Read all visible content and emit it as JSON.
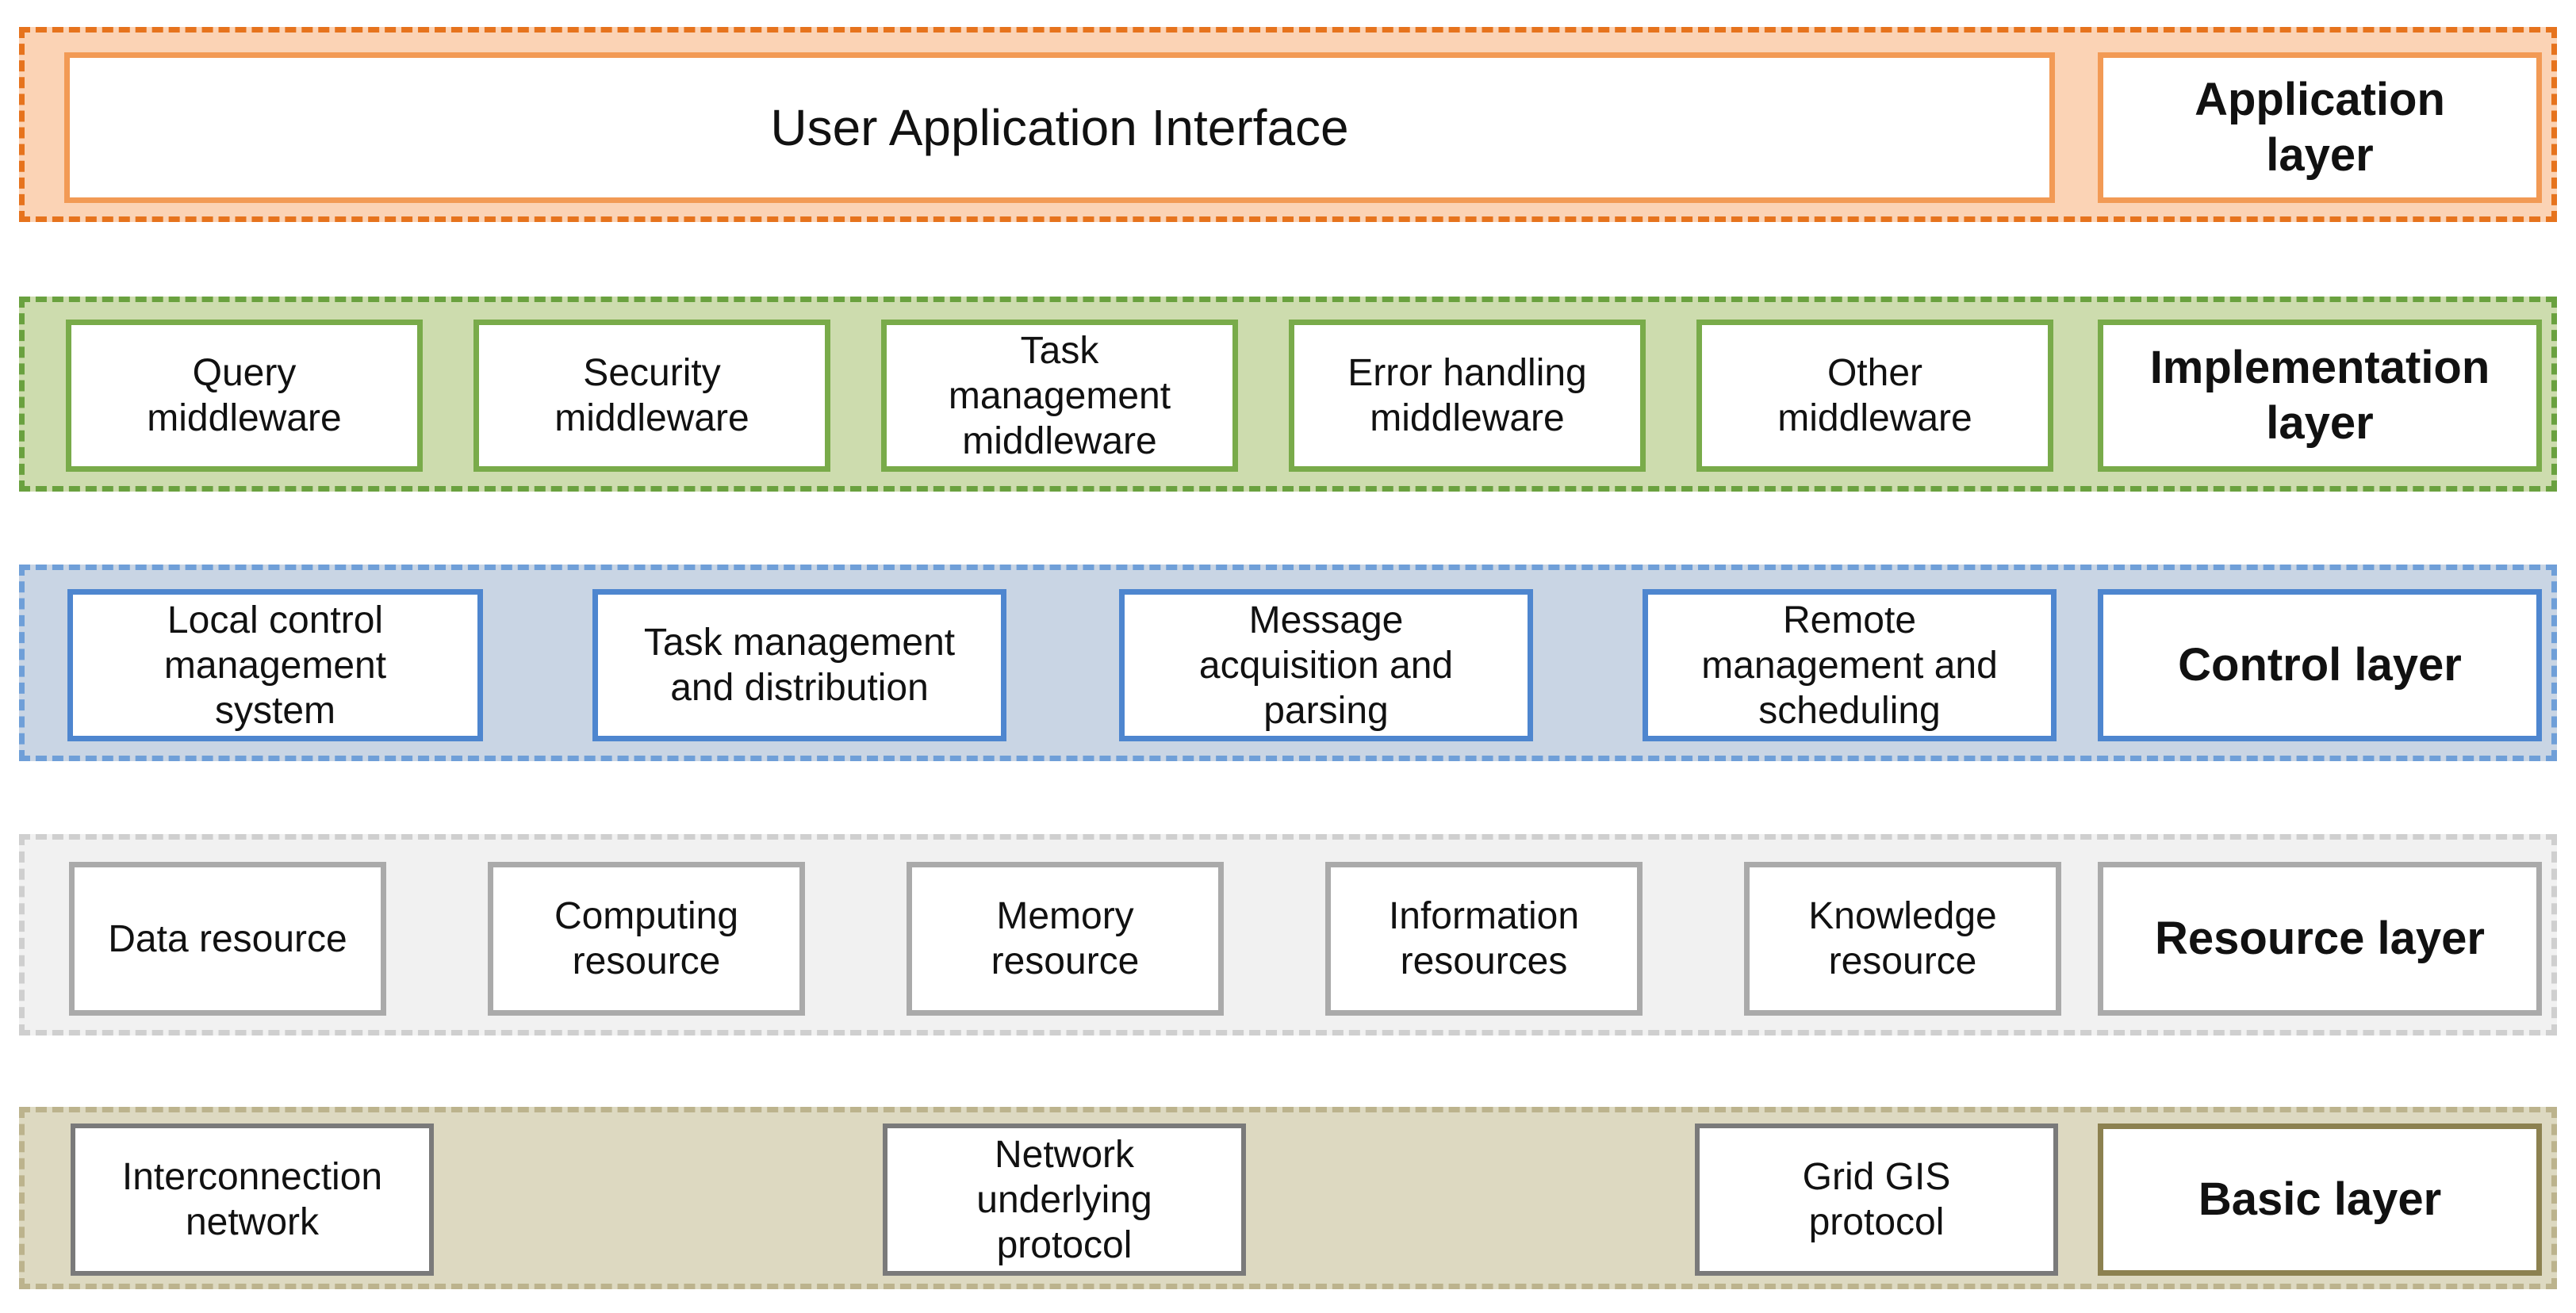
{
  "layers": [
    {
      "name": "Application layer",
      "boxes": [
        "User Application Interface"
      ]
    },
    {
      "name": "Implementation layer",
      "boxes": [
        "Query middleware",
        "Security middleware",
        "Task management middleware",
        "Error handling middleware",
        "Other middleware"
      ]
    },
    {
      "name": "Control layer",
      "boxes": [
        "Local control management system",
        "Task management and distribution",
        "Message acquisition and parsing",
        "Remote management and scheduling"
      ]
    },
    {
      "name": "Resource layer",
      "boxes": [
        "Data resource",
        "Computing resource",
        "Memory resource",
        "Information resources",
        "Knowledge resource"
      ]
    },
    {
      "name": "Basic layer",
      "boxes": [
        "Interconnection network",
        "Network underlying protocol",
        "Grid GIS protocol"
      ]
    }
  ],
  "colors": {
    "application": "#e6731d",
    "implementation": "#6aa13f",
    "control": "#4e86cf",
    "resource": "#aaaaaa",
    "basic": "#8c8150"
  }
}
